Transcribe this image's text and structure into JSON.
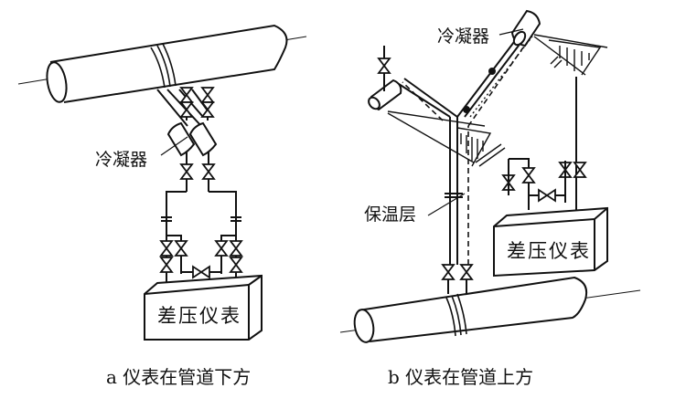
{
  "diagram": {
    "left": {
      "condenser_label": "冷凝器",
      "instrument_label": "差压仪表",
      "caption": "a  仪表在管道下方"
    },
    "right": {
      "condenser_label": "冷凝器",
      "insulation_label": "保温层",
      "instrument_label": "差压仪表",
      "caption": "b  仪表在管道上方"
    }
  }
}
